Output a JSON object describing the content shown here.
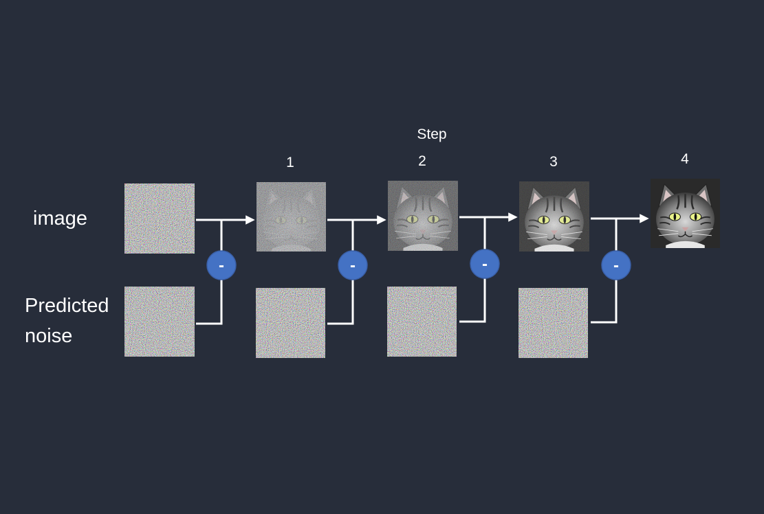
{
  "diagram": {
    "step_title": "Step",
    "row_labels": {
      "image": "image",
      "noise_line1": "Predicted",
      "noise_line2": "noise"
    },
    "steps": [
      "1",
      "2",
      "3",
      "4"
    ],
    "operator_symbol": "-",
    "operations": [
      {
        "image_in": "random noise",
        "noise": "predicted noise",
        "image_out": "step 1 image"
      },
      {
        "image_in": "step 1 image",
        "noise": "predicted noise",
        "image_out": "step 2 image"
      },
      {
        "image_in": "step 2 image",
        "noise": "predicted noise",
        "image_out": "step 3 image"
      },
      {
        "image_in": "step 3 image",
        "noise": "predicted noise",
        "image_out": "step 4 image"
      }
    ],
    "colors": {
      "background": "#272d3a",
      "operator": "#4472c4",
      "line": "#ffffff"
    }
  }
}
